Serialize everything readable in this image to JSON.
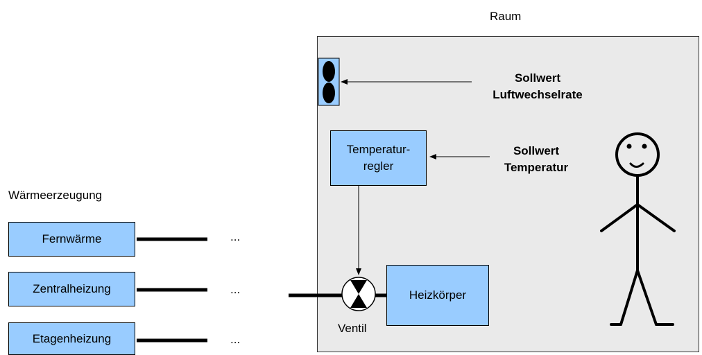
{
  "room_label": "Raum",
  "heat_generation_label": "Wärmeerzeugung",
  "sources": [
    {
      "label": "Fernwärme",
      "continuation": "..."
    },
    {
      "label": "Zentralheizung",
      "continuation": "..."
    },
    {
      "label": "Etagenheizung",
      "continuation": "..."
    }
  ],
  "temperature_controller": {
    "line1": "Temperatur-",
    "line2": "regler"
  },
  "setpoint_air_exchange": {
    "line1": "Sollwert",
    "line2": "Luftwechselrate"
  },
  "setpoint_temperature": {
    "line1": "Sollwert",
    "line2": "Temperatur"
  },
  "radiator_label": "Heizkörper",
  "valve_label": "Ventil",
  "colors": {
    "box_fill": "#99ccff",
    "room_fill": "#eaeaea"
  }
}
